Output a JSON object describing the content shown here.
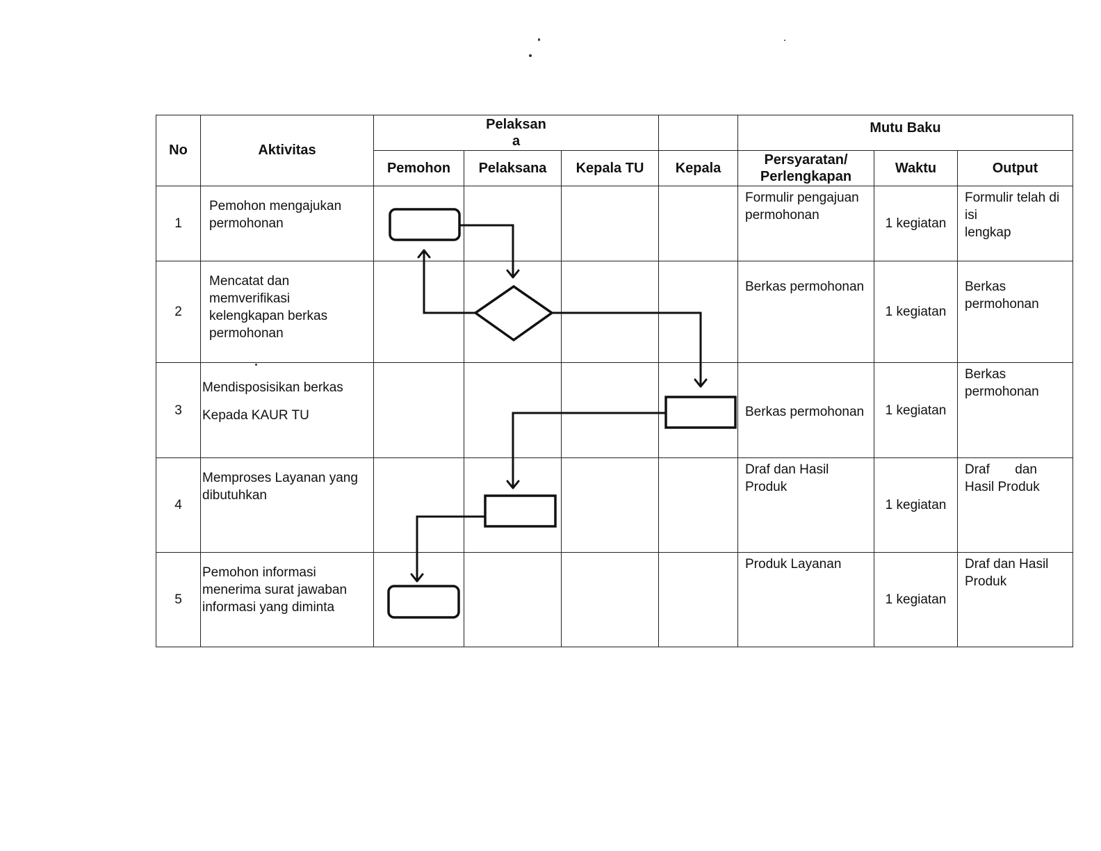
{
  "table": {
    "headers": {
      "no": "No",
      "aktivitas": "Aktivitas",
      "pelaksana_group_line1": "Pelaksan",
      "pelaksana_group_line2": "a",
      "mutu_baku": "Mutu Baku",
      "pemohon": "Pemohon",
      "pelaksana": "Pelaksana",
      "kepala_tu": "Kepala TU",
      "kepala": "Kepala",
      "persyaratan_line1": "Persyaratan/",
      "persyaratan_line2": "Perlengkapan",
      "waktu": "Waktu",
      "output": "Output"
    },
    "rows": [
      {
        "no": "1",
        "aktivitas": [
          "Pemohon mengajukan",
          "permohonan"
        ],
        "persyaratan": [
          "Formulir pengajuan",
          "permohonan"
        ],
        "waktu": "1 kegiatan",
        "output": [
          "Formulir telah di isi",
          "lengkap"
        ]
      },
      {
        "no": "2",
        "aktivitas": [
          "Mencatat dan",
          "memverifikasi",
          "kelengkapan berkas",
          "permohonan"
        ],
        "persyaratan": [
          "Berkas permohonan"
        ],
        "waktu": "1 kegiatan",
        "output": [
          "Berkas",
          "permohonan"
        ]
      },
      {
        "no": "3",
        "aktivitas": [
          "Mendisposisikan berkas",
          "Kepada KAUR TU"
        ],
        "persyaratan": [
          "Berkas permohonan"
        ],
        "waktu": "1 kegiatan",
        "output": [
          "Berkas",
          "permohonan"
        ]
      },
      {
        "no": "4",
        "aktivitas": [
          "Memproses Layanan yang",
          "dibutuhkan"
        ],
        "persyaratan": [
          "Draf dan Hasil Produk"
        ],
        "waktu": "1 kegiatan",
        "output_spread": [
          "Draf",
          "dan"
        ],
        "output": [
          "Hasil Produk"
        ]
      },
      {
        "no": "5",
        "aktivitas": [
          "Pemohon informasi",
          "menerima surat jawaban",
          "informasi yang diminta"
        ],
        "persyaratan": [
          "Produk Layanan"
        ],
        "waktu": "1 kegiatan",
        "output": [
          "Draf dan Hasil",
          "Produk"
        ]
      }
    ]
  },
  "flowchart": {
    "steps": [
      {
        "step": 1,
        "lane": "Pemohon",
        "shape": "terminator"
      },
      {
        "step": 2,
        "lane": "Pelaksana",
        "shape": "decision"
      },
      {
        "step": 3,
        "lane": "Kepala",
        "shape": "process"
      },
      {
        "step": 4,
        "lane": "Pelaksana",
        "shape": "process"
      },
      {
        "step": 5,
        "lane": "Pemohon",
        "shape": "terminator"
      }
    ],
    "connections": [
      {
        "from": 1,
        "to": 2
      },
      {
        "from": 2,
        "to": 1
      },
      {
        "from": 2,
        "to": 3
      },
      {
        "from": 3,
        "to": 4
      },
      {
        "from": 4,
        "to": 5
      }
    ]
  }
}
